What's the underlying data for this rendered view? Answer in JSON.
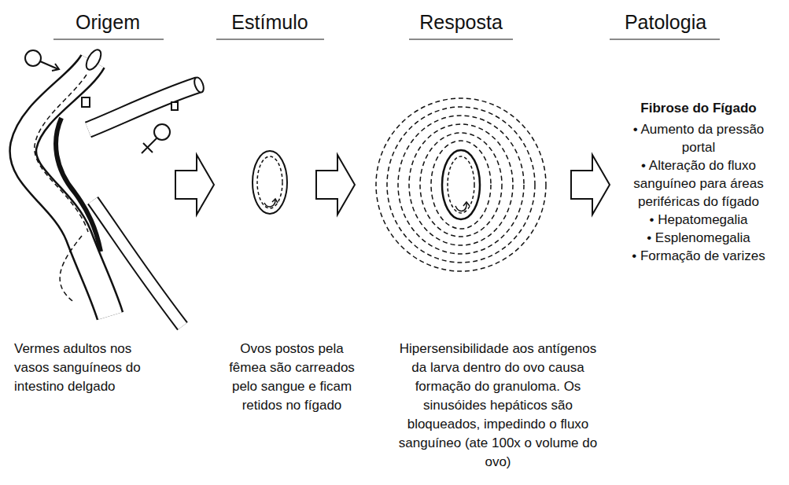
{
  "diagram": {
    "labels": [
      "Origem",
      "Estímulo",
      "Resposta",
      "Patologia",
      "Fibrose do Fígado",
      "• Aumento da pressão portal",
      "• Alteração do fluxo sanguíneo para áreas periféricas do fígado",
      "• Hepatomegalia",
      "• Esplenomegalia",
      "• Formação de varizes",
      "Vermes adultos nos vasos sanguíneos do intestino delgado",
      "Ovos postos pela fêmea são carreados pelo sangue e ficam retidos no fígado",
      "Hipersensibilidade aos antígenos da larva dentro do ovo causa formação do granuloma. Os sinusóides hepáticos são bloqueados, impedindo o fluxo sanguíneo (ate 100x o volume do ovo)"
    ]
  }
}
